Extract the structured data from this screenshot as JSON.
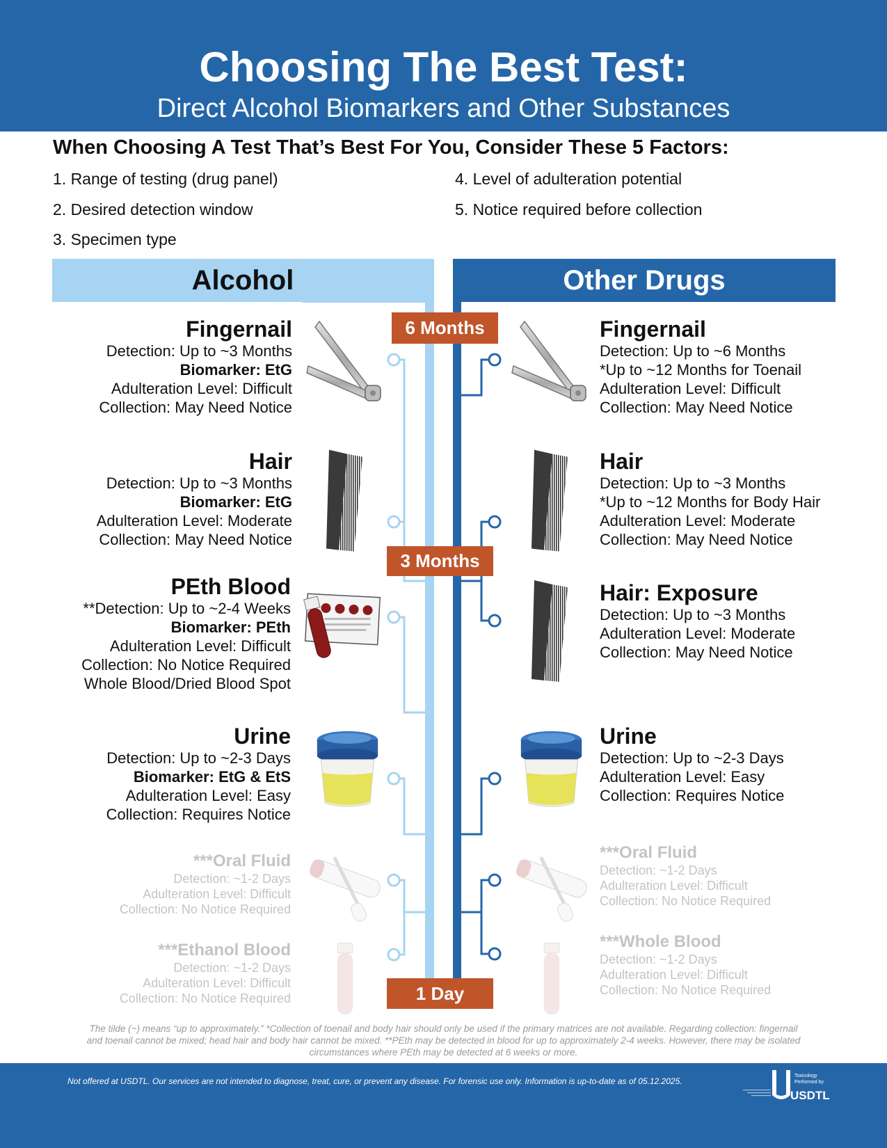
{
  "header": {
    "title": "Choosing The Best Test:",
    "subtitle": "Direct Alcohol Biomarkers and Other Substances"
  },
  "factors": {
    "heading": "When Choosing A Test That’s Best For You, Consider These 5 Factors:",
    "items": [
      "1. Range of testing (drug panel)",
      "2. Desired detection window",
      "3. Specimen type",
      "4. Level of adulteration potential",
      "5. Notice required before collection"
    ]
  },
  "columns": {
    "alcohol": "Alcohol",
    "other_drugs": "Other Drugs"
  },
  "timeline": {
    "six_months": "6 Months",
    "three_months": "3 Months",
    "one_day": "1 Day",
    "colors": {
      "alcohol_line": "#a6d4f2",
      "drugs_line": "#2566a8",
      "label": "#c0552a"
    }
  },
  "alcohol": [
    {
      "name": "Fingernail",
      "lines": [
        "Detection: Up to ~3 Months",
        "Biomarker: EtG",
        "Adulteration Level: Difficult",
        "Collection: May Need Notice"
      ],
      "icon": "nail-clipper-icon"
    },
    {
      "name": "Hair",
      "lines": [
        "Detection: Up to ~3 Months",
        "Biomarker: EtG",
        "Adulteration Level: Moderate",
        "Collection: May Need Notice"
      ],
      "icon": "comb-icon"
    },
    {
      "name": "PEth Blood",
      "lines": [
        "**Detection: Up to ~2-4 Weeks",
        "Biomarker: PEth",
        "Adulteration Level: Difficult",
        "Collection: No Notice Required",
        "Whole Blood/Dried Blood Spot"
      ],
      "icon": "blood-card-icon"
    },
    {
      "name": "Urine",
      "lines": [
        "Detection: Up to ~2-3 Days",
        "Biomarker: EtG & EtS",
        "Adulteration Level: Easy",
        "Collection: Requires Notice"
      ],
      "icon": "urine-cup-icon"
    },
    {
      "prefix": "***",
      "name": "Oral Fluid",
      "lines": [
        "Detection: ~1-2 Days",
        "Adulteration Level: Difficult",
        "Collection: No Notice Required"
      ],
      "icon": "swab-icon"
    },
    {
      "prefix": "***",
      "name": "Ethanol Blood",
      "lines": [
        "Detection: ~1-2 Days",
        "Adulteration Level: Difficult",
        "Collection: No Notice Required"
      ],
      "icon": "blood-tube-icon"
    }
  ],
  "other_drugs": [
    {
      "name": "Fingernail",
      "lines": [
        "Detection: Up to ~6 Months",
        "*Up to ~12 Months for Toenail",
        "Adulteration Level: Difficult",
        "Collection: May Need Notice"
      ],
      "icon": "nail-clipper-icon"
    },
    {
      "name": "Hair",
      "lines": [
        "Detection: Up to ~3 Months",
        "*Up to ~12 Months for Body Hair",
        "Adulteration Level: Moderate",
        "Collection: May Need Notice"
      ],
      "icon": "comb-icon"
    },
    {
      "name": "Hair: Exposure",
      "lines": [
        "Detection: Up to ~3 Months",
        "Adulteration Level: Moderate",
        "Collection: May Need Notice"
      ],
      "icon": "comb-icon"
    },
    {
      "name": "Urine",
      "lines": [
        "Detection: Up to ~2-3 Days",
        "Adulteration Level: Easy",
        "Collection: Requires Notice"
      ],
      "icon": "urine-cup-icon"
    },
    {
      "prefix": "***",
      "name": "Oral Fluid",
      "lines": [
        "Detection: ~1-2 Days",
        "Adulteration Level: Difficult",
        "Collection: No Notice Required"
      ],
      "icon": "swab-icon"
    },
    {
      "prefix": "***",
      "name": "Whole Blood",
      "lines": [
        "Detection: ~1-2 Days",
        "Adulteration Level: Difficult",
        "Collection: No Notice Required"
      ],
      "icon": "blood-tube-icon"
    }
  ],
  "footnote": {
    "line1": "The tilde (~) means “up to approximately.” *Collection of toenail and body hair should only be used if the primary matrices are not available. Regarding collection: fingernail",
    "line2": "and toenail cannot be mixed; head hair and body hair cannot be mixed. **PEth may be detected in blood for up to approximately 2-4 weeks. However, there may be isolated",
    "line3": "circumstances where PEth may be detected at 6 weeks or more."
  },
  "footer": {
    "disclaimer": "Not offered at USDTL. Our services are not intended to diagnose, treat, cure, or prevent any disease. For forensic use only. Information is up-to-date as of 05.12.2025.",
    "logo_line1": "Toxicology",
    "logo_line2": "Performed by",
    "logo_brand": "USDTL"
  }
}
